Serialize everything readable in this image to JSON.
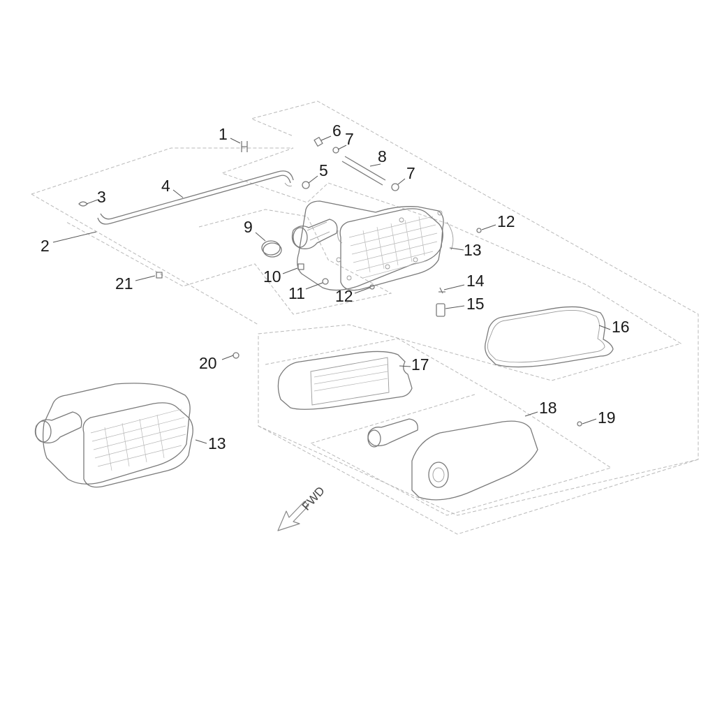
{
  "diagram": {
    "callouts": [
      {
        "id": "1",
        "text": "1"
      },
      {
        "id": "2",
        "text": "2"
      },
      {
        "id": "3",
        "text": "3"
      },
      {
        "id": "4",
        "text": "4"
      },
      {
        "id": "5",
        "text": "5"
      },
      {
        "id": "6",
        "text": "6"
      },
      {
        "id": "7a",
        "text": "7"
      },
      {
        "id": "7b",
        "text": "7"
      },
      {
        "id": "8",
        "text": "8"
      },
      {
        "id": "9",
        "text": "9"
      },
      {
        "id": "10",
        "text": "10"
      },
      {
        "id": "11",
        "text": "11"
      },
      {
        "id": "12a",
        "text": "12"
      },
      {
        "id": "12b",
        "text": "12"
      },
      {
        "id": "13a",
        "text": "13"
      },
      {
        "id": "13b",
        "text": "13"
      },
      {
        "id": "14",
        "text": "14"
      },
      {
        "id": "15",
        "text": "15"
      },
      {
        "id": "16",
        "text": "16"
      },
      {
        "id": "17",
        "text": "17"
      },
      {
        "id": "18",
        "text": "18"
      },
      {
        "id": "19",
        "text": "19"
      },
      {
        "id": "20",
        "text": "20"
      },
      {
        "id": "21",
        "text": "21"
      }
    ],
    "direction_label": "FWD"
  }
}
